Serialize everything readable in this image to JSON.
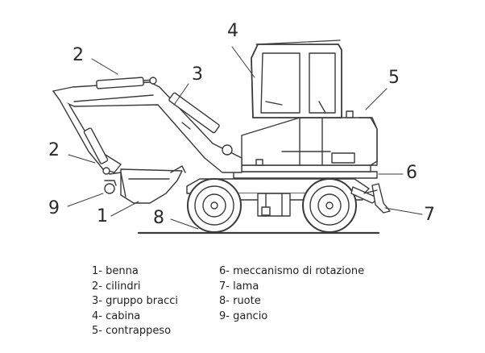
{
  "callouts": {
    "c1": "1",
    "c2a": "2",
    "c2b": "2",
    "c3": "3",
    "c4": "4",
    "c5": "5",
    "c6": "6",
    "c7": "7",
    "c8": "8",
    "c9": "9"
  },
  "legend": {
    "left": [
      "1- benna",
      "2- cilindri",
      "3- gruppo bracci",
      "4- cabina",
      "5- contrappeso"
    ],
    "right": [
      "6- meccanismo di rotazione",
      "7- lama",
      "8- ruote",
      "9- gancio"
    ]
  }
}
